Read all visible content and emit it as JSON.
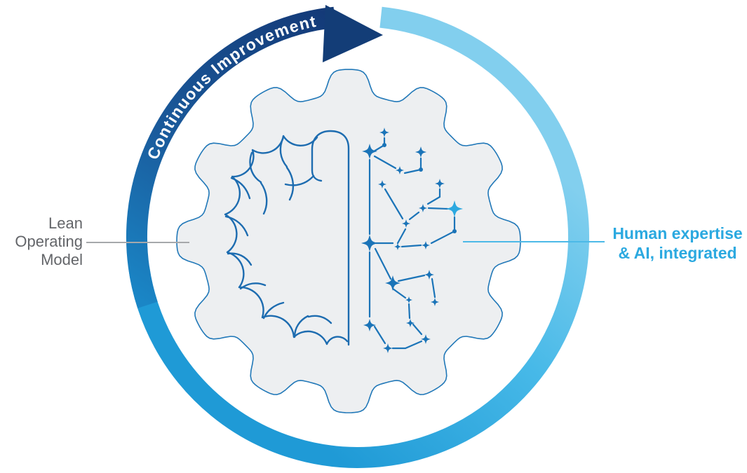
{
  "diagram": {
    "ring_label": "Continuous Improvement",
    "left_label": {
      "lines": [
        "Lean",
        "Operating",
        "Model"
      ]
    },
    "right_label": {
      "lines": [
        "Human expertise",
        "& AI, integrated"
      ]
    },
    "icons": {
      "ring": "clockwise-cycle-arrow",
      "gear": "gear",
      "brain": "human-brain-left-half",
      "ai_network": "sparkle-circuit-network"
    }
  },
  "colors": {
    "background": "#ffffff",
    "ring_light_start": "#82cfee",
    "ring_light_mid": "#47b9e8",
    "ring_light_end": "#1f9ad6",
    "ring_dark_start": "#1a86c6",
    "ring_dark_mid": "#1a5a9b",
    "ring_dark_end": "#143a78",
    "arrow": "#133d77",
    "ring_text_color": "#ffffff",
    "gear_fill": "#edeff1",
    "gear_stroke": "#2178b8",
    "brain_stroke": "#1d6cb0",
    "ai_color": "#1b74b8",
    "ai_accent": "#2da9e0",
    "left_label_color": "#636569",
    "left_line_color": "#a6a8ab",
    "right_label_color": "#2ba9e0",
    "right_line_color": "#4cb9e7"
  }
}
